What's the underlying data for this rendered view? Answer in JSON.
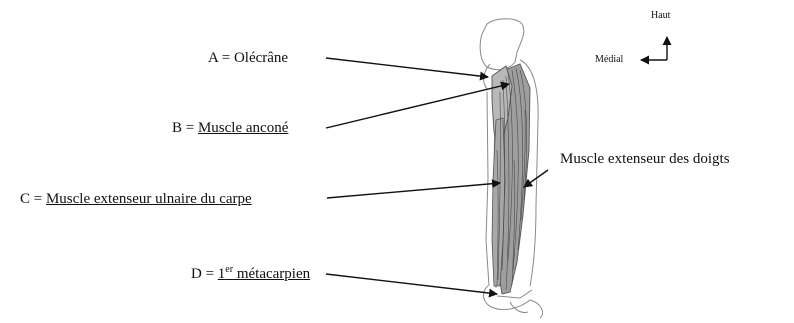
{
  "labels": {
    "a": {
      "key": "A = ",
      "value": "Olécrâne"
    },
    "b": {
      "key": "B = ",
      "value": "Muscle anconé"
    },
    "c": {
      "key": "C = ",
      "value": "Muscle extenseur ulnaire du carpe"
    },
    "d": {
      "key": "D = ",
      "value_prefix": "1",
      "value_sup": "er",
      "value_rest": " métacarpien"
    },
    "extensor": "Muscle extenseur des doigts"
  },
  "orientation": {
    "up": "Haut",
    "medial": "Médial"
  }
}
